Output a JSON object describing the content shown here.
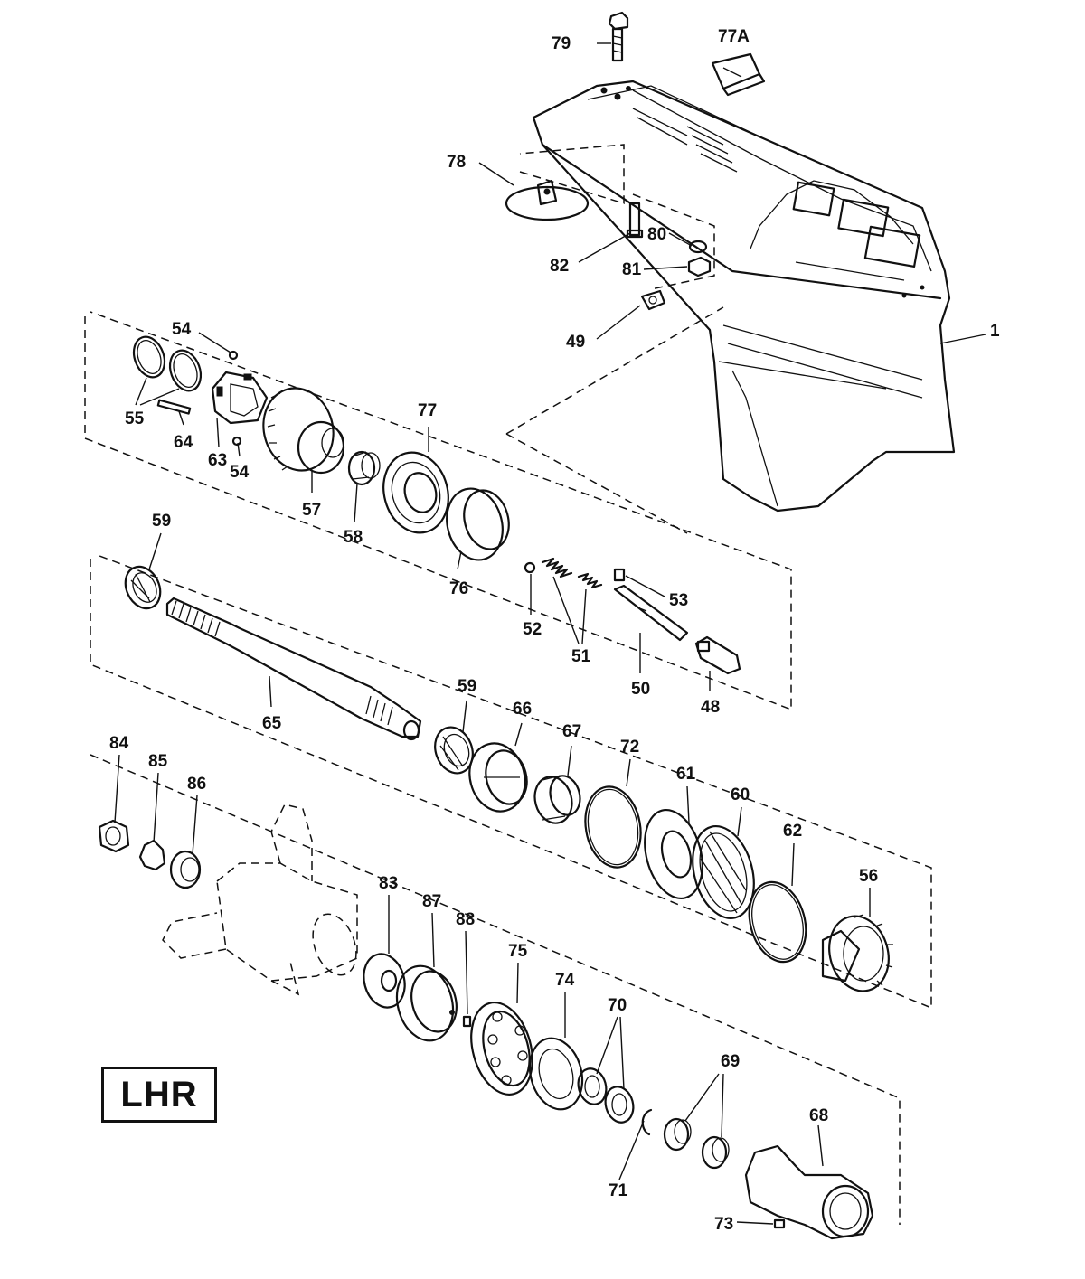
{
  "diagram": {
    "badge": "LHR",
    "callouts": [
      {
        "id": "c1",
        "text": "1"
      },
      {
        "id": "c48",
        "text": "48"
      },
      {
        "id": "c49",
        "text": "49"
      },
      {
        "id": "c50",
        "text": "50"
      },
      {
        "id": "c51",
        "text": "51"
      },
      {
        "id": "c52",
        "text": "52"
      },
      {
        "id": "c53",
        "text": "53"
      },
      {
        "id": "c54a",
        "text": "54"
      },
      {
        "id": "c54b",
        "text": "54"
      },
      {
        "id": "c55",
        "text": "55"
      },
      {
        "id": "c56",
        "text": "56"
      },
      {
        "id": "c57",
        "text": "57"
      },
      {
        "id": "c58",
        "text": "58"
      },
      {
        "id": "c59a",
        "text": "59"
      },
      {
        "id": "c59b",
        "text": "59"
      },
      {
        "id": "c60",
        "text": "60"
      },
      {
        "id": "c61",
        "text": "61"
      },
      {
        "id": "c62",
        "text": "62"
      },
      {
        "id": "c63",
        "text": "63"
      },
      {
        "id": "c64",
        "text": "64"
      },
      {
        "id": "c65",
        "text": "65"
      },
      {
        "id": "c66",
        "text": "66"
      },
      {
        "id": "c67",
        "text": "67"
      },
      {
        "id": "c68",
        "text": "68"
      },
      {
        "id": "c69",
        "text": "69"
      },
      {
        "id": "c70",
        "text": "70"
      },
      {
        "id": "c71",
        "text": "71"
      },
      {
        "id": "c72",
        "text": "72"
      },
      {
        "id": "c73",
        "text": "73"
      },
      {
        "id": "c74",
        "text": "74"
      },
      {
        "id": "c75",
        "text": "75"
      },
      {
        "id": "c76",
        "text": "76"
      },
      {
        "id": "c77",
        "text": "77"
      },
      {
        "id": "c77a",
        "text": "77A"
      },
      {
        "id": "c78",
        "text": "78"
      },
      {
        "id": "c79",
        "text": "79"
      },
      {
        "id": "c80",
        "text": "80"
      },
      {
        "id": "c81",
        "text": "81"
      },
      {
        "id": "c82",
        "text": "82"
      },
      {
        "id": "c83",
        "text": "83"
      },
      {
        "id": "c84",
        "text": "84"
      },
      {
        "id": "c85",
        "text": "85"
      },
      {
        "id": "c86",
        "text": "86"
      },
      {
        "id": "c87",
        "text": "87"
      },
      {
        "id": "c88",
        "text": "88"
      }
    ]
  }
}
